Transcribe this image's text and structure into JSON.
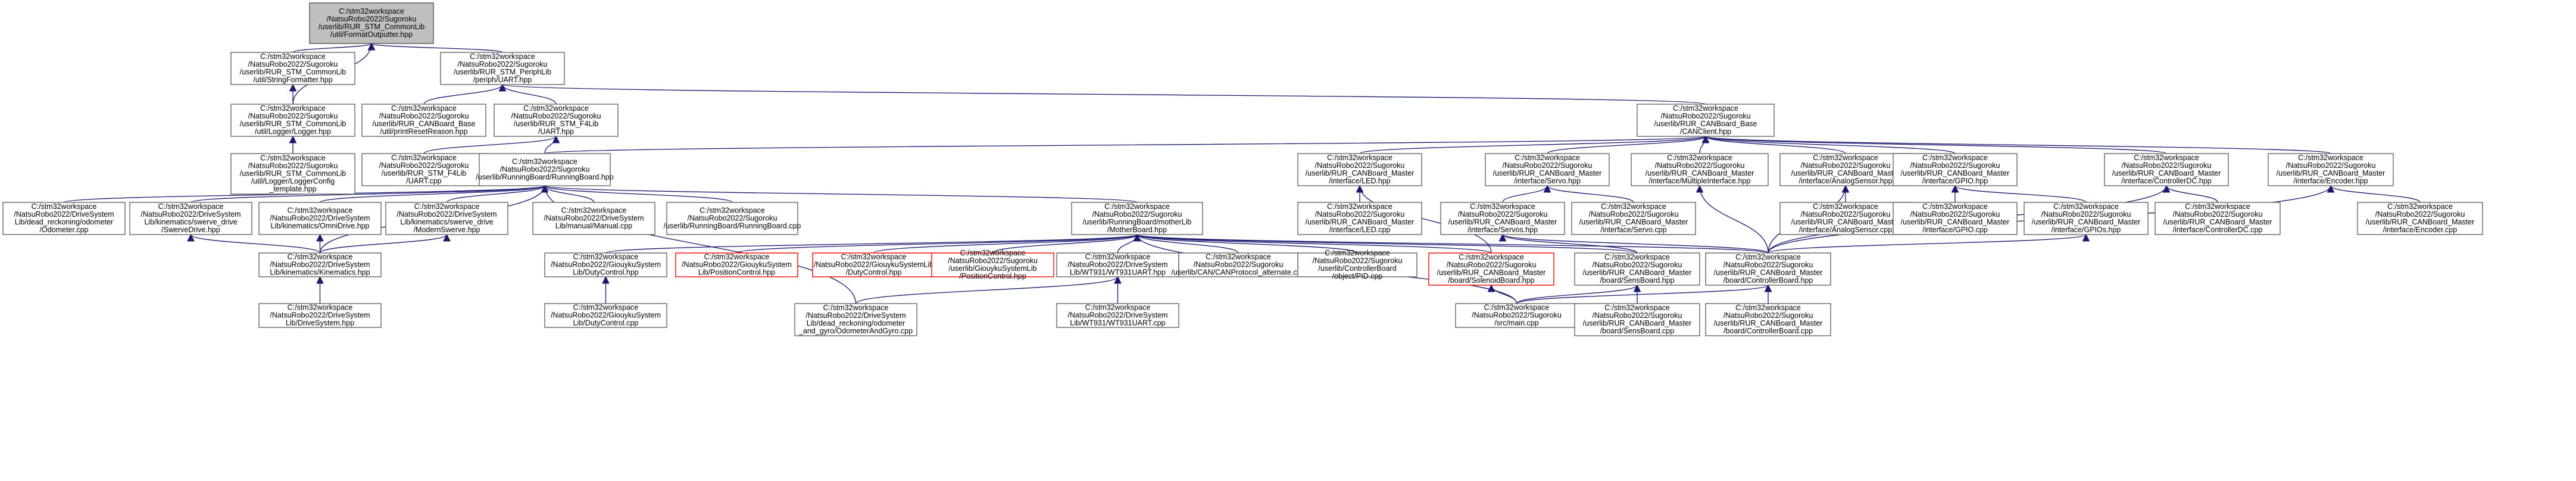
{
  "nodes": [
    {
      "id": "fcf",
      "lines": [
        "C:/stm32workspace",
        "/NatsuRobo2022/Sugoroku",
        "/userlib/RUR_STM_CommonLib",
        "/util/FormatOutputter.hpp"
      ],
      "root": true
    },
    {
      "id": "sf",
      "lines": [
        "C:/stm32workspace",
        "/NatsuRobo2022/Sugoroku",
        "/userlib/RUR_STM_CommonLib",
        "/util/StringFormatter.hpp"
      ]
    },
    {
      "id": "uart",
      "lines": [
        "C:/stm32workspace",
        "/NatsuRobo2022/Sugoroku",
        "/userlib/RUR_STM_PeriphLib",
        "/periph/UART.hpp"
      ]
    },
    {
      "id": "logger",
      "lines": [
        "C:/stm32workspace",
        "/NatsuRobo2022/Sugoroku",
        "/userlib/RUR_STM_CommonLib",
        "/util/Logger/Logger.hpp"
      ]
    },
    {
      "id": "printreset",
      "lines": [
        "C:/stm32workspace",
        "/NatsuRobo2022/Sugoroku",
        "/userlib/RUR_CANBoard_Base",
        "/util/printResetReason.hpp"
      ]
    },
    {
      "id": "f4uart",
      "lines": [
        "C:/stm32workspace",
        "/NatsuRobo2022/Sugoroku",
        "/userlib/RUR_STM_F4Lib",
        "/UART.hpp"
      ]
    },
    {
      "id": "canclient",
      "lines": [
        "C:/stm32workspace",
        "/NatsuRobo2022/Sugoroku",
        "/userlib/RUR_CANBoard_Base",
        "/CANClient.hpp"
      ]
    },
    {
      "id": "loggerconfig",
      "lines": [
        "C:/stm32workspace",
        "/NatsuRobo2022/Sugoroku",
        "/userlib/RUR_STM_CommonLib",
        "/util/Logger/LoggerConfig",
        "_template.hpp"
      ]
    },
    {
      "id": "f4uartcpp",
      "lines": [
        "C:/stm32workspace",
        "/NatsuRobo2022/Sugoroku",
        "/userlib/RUR_STM_F4Lib",
        "/UART.cpp"
      ]
    },
    {
      "id": "runningboard",
      "lines": [
        "C:/stm32workspace",
        "/NatsuRobo2022/Sugoroku",
        "/userlib/RunningBoard/RunningBoard.hpp"
      ]
    },
    {
      "id": "led",
      "lines": [
        "C:/stm32workspace",
        "/NatsuRobo2022/Sugoroku",
        "/userlib/RUR_CANBoard_Master",
        "/interface/LED.hpp"
      ]
    },
    {
      "id": "servo",
      "lines": [
        "C:/stm32workspace",
        "/NatsuRobo2022/Sugoroku",
        "/userlib/RUR_CANBoard_Master",
        "/interface/Servo.hpp"
      ]
    },
    {
      "id": "multipl",
      "lines": [
        "C:/stm32workspace",
        "/NatsuRobo2022/Sugoroku",
        "/userlib/RUR_CANBoard_Master",
        "/interface/MultipleInterface.hpp"
      ]
    },
    {
      "id": "analog",
      "lines": [
        "C:/stm32workspace",
        "/NatsuRobo2022/Sugoroku",
        "/userlib/RUR_CANBoard_Master",
        "/interface/AnalogSensor.hpp"
      ]
    },
    {
      "id": "gpio",
      "lines": [
        "C:/stm32workspace",
        "/NatsuRobo2022/Sugoroku",
        "/userlib/RUR_CANBoard_Master",
        "/interface/GPIO.hpp"
      ]
    },
    {
      "id": "ctrldc",
      "lines": [
        "C:/stm32workspace",
        "/NatsuRobo2022/Sugoroku",
        "/userlib/RUR_CANBoard_Master",
        "/interface/ControllerDC.hpp"
      ]
    },
    {
      "id": "encoder",
      "lines": [
        "C:/stm32workspace",
        "/NatsuRobo2022/Sugoroku",
        "/userlib/RUR_CANBoard_Master",
        "/interface/Encoder.hpp"
      ]
    },
    {
      "id": "odometer",
      "lines": [
        "C:/stm32workspace",
        "/NatsuRobo2022/DriveSystem",
        "Lib/dead_reckoning/odometer",
        "/Odometer.cpp"
      ]
    },
    {
      "id": "swerve",
      "lines": [
        "C:/stm32workspace",
        "/NatsuRobo2022/DriveSystem",
        "Lib/kinematics/swerve_drive",
        "/SwerveDrive.hpp"
      ]
    },
    {
      "id": "omni",
      "lines": [
        "C:/stm32workspace",
        "/NatsuRobo2022/DriveSystem",
        "Lib/kinematics/OmniDrive.hpp"
      ]
    },
    {
      "id": "modswerve",
      "lines": [
        "C:/stm32workspace",
        "/NatsuRobo2022/DriveSystem",
        "Lib/kinematics/swerve_drive",
        "/ModernSwerve.hpp"
      ]
    },
    {
      "id": "manual",
      "lines": [
        "C:/stm32workspace",
        "/NatsuRobo2022/DriveSystem",
        "Lib/manual/Manual.cpp"
      ]
    },
    {
      "id": "rbcpp",
      "lines": [
        "C:/stm32workspace",
        "/NatsuRobo2022/Sugoroku",
        "/userlib/RunningBoard/RunningBoard.cpp"
      ]
    },
    {
      "id": "motherlib",
      "lines": [
        "C:/stm32workspace",
        "/NatsuRobo2022/Sugoroku",
        "/userlib/RunningBoard/motherLib",
        "/MotherBoard.hpp"
      ]
    },
    {
      "id": "ledcpp",
      "lines": [
        "C:/stm32workspace",
        "/NatsuRobo2022/Sugoroku",
        "/userlib/RUR_CANBoard_Master",
        "/interface/LED.cpp"
      ]
    },
    {
      "id": "servohpp2",
      "lines": [
        "C:/stm32workspace",
        "/NatsuRobo2022/Sugoroku",
        "/userlib/RUR_CANBoard_Master",
        "/interface/Servos.hpp"
      ]
    },
    {
      "id": "servocpp",
      "lines": [
        "C:/stm32workspace",
        "/NatsuRobo2022/Sugoroku",
        "/userlib/RUR_CANBoard_Master",
        "/interface/Servo.cpp"
      ]
    },
    {
      "id": "analogcpp",
      "lines": [
        "C:/stm32workspace",
        "/NatsuRobo2022/Sugoroku",
        "/userlib/RUR_CANBoard_Master",
        "/interface/AnalogSensor.cpp"
      ]
    },
    {
      "id": "gpiocpp",
      "lines": [
        "C:/stm32workspace",
        "/NatsuRobo2022/Sugoroku",
        "/userlib/RUR_CANBoard_Master",
        "/interface/GPIO.cpp"
      ]
    },
    {
      "id": "gpioshpp",
      "lines": [
        "C:/stm32workspace",
        "/NatsuRobo2022/Sugoroku",
        "/userlib/RUR_CANBoard_Master",
        "/interface/GPIOs.hpp"
      ]
    },
    {
      "id": "ctrldccpp",
      "lines": [
        "C:/stm32workspace",
        "/NatsuRobo2022/Sugoroku",
        "/userlib/RUR_CANBoard_Master",
        "/interface/ControllerDC.cpp"
      ]
    },
    {
      "id": "encodercpp",
      "lines": [
        "C:/stm32workspace",
        "/NatsuRobo2022/Sugoroku",
        "/userlib/RUR_CANBoard_Master",
        "/interface/Encoder.cpp"
      ]
    },
    {
      "id": "kinematics",
      "lines": [
        "C:/stm32workspace",
        "/NatsuRobo2022/DriveSystem",
        "Lib/kinematics/Kinematics.hpp"
      ]
    },
    {
      "id": "dutyhpp",
      "lines": [
        "C:/stm32workspace",
        "/NatsuRobo2022/GiouykuSystem",
        "Lib/DutyControl.hpp"
      ]
    },
    {
      "id": "posctrl1",
      "lines": [
        "C:/stm32workspace",
        "/NatsuRobo2022/GiouykuSystem",
        "Lib/PositionControl.hpp"
      ],
      "missing": true
    },
    {
      "id": "duty2",
      "lines": [
        "C:/stm32workspace",
        "/NatsuRobo2022/GiouykuSystemLib",
        "/DutyControl.hpp"
      ],
      "missing": true
    },
    {
      "id": "posctrl2",
      "lines": [
        "C:/stm32workspace",
        "/NatsuRobo2022/Sugoroku",
        "/userlib/GiouykuSystemLib",
        "/PositionControl.hpp"
      ],
      "missing": true
    },
    {
      "id": "wt931",
      "lines": [
        "C:/stm32workspace",
        "/NatsuRobo2022/DriveSystem",
        "Lib/WT931/WT931UART.hpp"
      ]
    },
    {
      "id": "canproto",
      "lines": [
        "C:/stm32workspace",
        "/NatsuRobo2022/Sugoroku",
        "/userlib/CAN/CANProtocol_alternate.cpp"
      ]
    },
    {
      "id": "pid",
      "lines": [
        "C:/stm32workspace",
        "/NatsuRobo2022/Sugoroku",
        "/userlib/ControllerBoard",
        "/object/PID.cpp"
      ]
    },
    {
      "id": "solenoid",
      "lines": [
        "C:/stm32workspace",
        "/NatsuRobo2022/Sugoroku",
        "/userlib/RUR_CANBoard_Master",
        "/board/SolenoidBoard.hpp"
      ],
      "missing": true
    },
    {
      "id": "sensboard",
      "lines": [
        "C:/stm32workspace",
        "/NatsuRobo2022/Sugoroku",
        "/userlib/RUR_CANBoard_Master",
        "/board/SensBoard.hpp"
      ]
    },
    {
      "id": "ctrlboard",
      "lines": [
        "C:/stm32workspace",
        "/NatsuRobo2022/Sugoroku",
        "/userlib/RUR_CANBoard_Master",
        "/board/ControllerBoard.hpp"
      ]
    },
    {
      "id": "drivesystem",
      "lines": [
        "C:/stm32workspace",
        "/NatsuRobo2022/DriveSystem",
        "Lib/DriveSystem.hpp"
      ]
    },
    {
      "id": "dutycpp",
      "lines": [
        "C:/stm32workspace",
        "/NatsuRobo2022/GiouykuSystem",
        "Lib/DutyControl.cpp"
      ]
    },
    {
      "id": "odomgyro",
      "lines": [
        "C:/stm32workspace",
        "/NatsuRobo2022/DriveSystem",
        "Lib/dead_reckoning/odometer",
        "_and_gyro/OdometerAndGyro.cpp"
      ]
    },
    {
      "id": "wt931cpp",
      "lines": [
        "C:/stm32workspace",
        "/NatsuRobo2022/DriveSystem",
        "Lib/WT931/WT931UART.cpp"
      ]
    },
    {
      "id": "maincpp",
      "lines": [
        "C:/stm32workspace",
        "/NatsuRobo2022/Sugoroku",
        "/src/main.cpp"
      ]
    },
    {
      "id": "sensboardcpp",
      "lines": [
        "C:/stm32workspace",
        "/NatsuRobo2022/Sugoroku",
        "/userlib/RUR_CANBoard_Master",
        "/board/SensBoard.cpp"
      ]
    },
    {
      "id": "ctrlboardcpp",
      "lines": [
        "C:/stm32workspace",
        "/NatsuRobo2022/Sugoroku",
        "/userlib/RUR_CANBoard_Master",
        "/board/ControllerBoard.cpp"
      ]
    }
  ],
  "edges": [
    [
      "sf",
      "fcf"
    ],
    [
      "uart",
      "fcf"
    ],
    [
      "logger",
      "fcf"
    ],
    [
      "logger",
      "sf"
    ],
    [
      "printreset",
      "uart"
    ],
    [
      "f4uart",
      "uart"
    ],
    [
      "canclient",
      "uart"
    ],
    [
      "loggerconfig",
      "logger"
    ],
    [
      "f4uartcpp",
      "f4uart"
    ],
    [
      "runningboard",
      "f4uart"
    ],
    [
      "runningboard",
      "canclient"
    ],
    [
      "led",
      "canclient"
    ],
    [
      "servo",
      "canclient"
    ],
    [
      "multipl",
      "canclient"
    ],
    [
      "analog",
      "canclient"
    ],
    [
      "gpio",
      "canclient"
    ],
    [
      "ctrldc",
      "canclient"
    ],
    [
      "encoder",
      "canclient"
    ],
    [
      "odometer",
      "runningboard"
    ],
    [
      "swerve",
      "runningboard"
    ],
    [
      "omni",
      "runningboard"
    ],
    [
      "modswerve",
      "runningboard"
    ],
    [
      "manual",
      "runningboard"
    ],
    [
      "rbcpp",
      "runningboard"
    ],
    [
      "motherlib",
      "runningboard"
    ],
    [
      "kinematics",
      "runningboard"
    ],
    [
      "odomgyro",
      "runningboard"
    ],
    [
      "ledcpp",
      "led"
    ],
    [
      "servohpp2",
      "servo"
    ],
    [
      "servocpp",
      "servo"
    ],
    [
      "analogcpp",
      "analog"
    ],
    [
      "ctrlboard",
      "analog"
    ],
    [
      "gpiocpp",
      "gpio"
    ],
    [
      "gpioshpp",
      "gpio"
    ],
    [
      "ctrldccpp",
      "ctrldc"
    ],
    [
      "ctrlboard",
      "ctrldc"
    ],
    [
      "encodercpp",
      "encoder"
    ],
    [
      "ctrlboard",
      "encoder"
    ],
    [
      "ctrlboard",
      "multipl"
    ],
    [
      "solenoid",
      "led"
    ],
    [
      "kinematics",
      "swerve"
    ],
    [
      "kinematics",
      "omni"
    ],
    [
      "kinematics",
      "modswerve"
    ],
    [
      "dutyhpp",
      "motherlib"
    ],
    [
      "posctrl1",
      "motherlib"
    ],
    [
      "duty2",
      "motherlib"
    ],
    [
      "posctrl2",
      "motherlib"
    ],
    [
      "wt931",
      "motherlib"
    ],
    [
      "canproto",
      "motherlib"
    ],
    [
      "pid",
      "motherlib"
    ],
    [
      "solenoid",
      "motherlib"
    ],
    [
      "sensboard",
      "motherlib"
    ],
    [
      "ctrlboard",
      "motherlib"
    ],
    [
      "maincpp",
      "motherlib"
    ],
    [
      "sensboard",
      "servohpp2"
    ],
    [
      "ctrlboard",
      "servohpp2"
    ],
    [
      "ctrlboard",
      "gpioshpp"
    ],
    [
      "drivesystem",
      "kinematics"
    ],
    [
      "dutycpp",
      "dutyhpp"
    ],
    [
      "odomgyro",
      "wt931"
    ],
    [
      "wt931cpp",
      "wt931"
    ],
    [
      "maincpp",
      "solenoid"
    ],
    [
      "maincpp",
      "sensboard"
    ],
    [
      "sensboardcpp",
      "sensboard"
    ],
    [
      "maincpp",
      "ctrlboard"
    ],
    [
      "ctrlboardcpp",
      "ctrlboard"
    ]
  ]
}
